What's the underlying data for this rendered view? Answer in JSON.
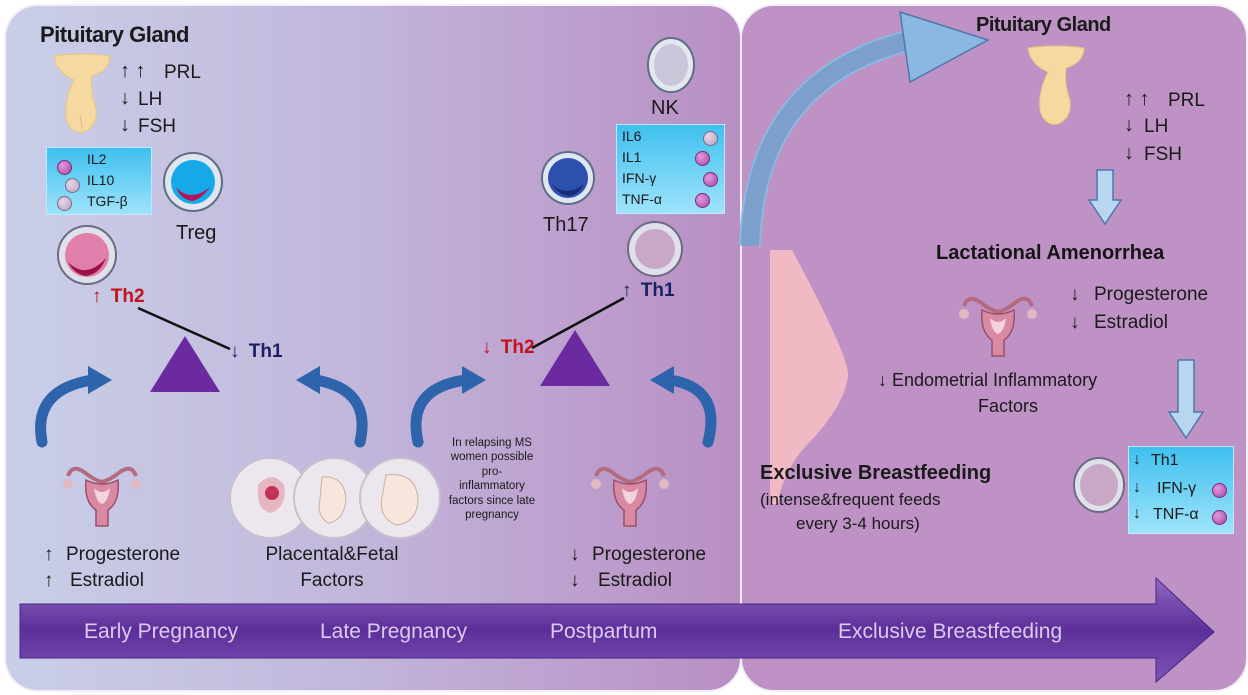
{
  "left": {
    "pituitary_title": "Pituitary Gland",
    "hormones": [
      {
        "arrow": "↑ ↑",
        "label": "PRL"
      },
      {
        "arrow": "↓",
        "label": "LH"
      },
      {
        "arrow": "↓",
        "label": "FSH"
      }
    ],
    "treg_cytokines": [
      "IL2",
      "IL10",
      "TGF-β"
    ],
    "treg_label": "Treg",
    "th2_arrow": "↑",
    "th2_label": "Th2",
    "th1_arrow": "↓",
    "th1_label": "Th1",
    "early_factors": [
      {
        "arrow": "↑",
        "label": "Progesterone"
      },
      {
        "arrow": "↑",
        "label": "Estradiol"
      }
    ],
    "fetal_factors": [
      "Placental&Fetal",
      "Factors"
    ]
  },
  "postpartum": {
    "nk_label": "NK",
    "cytokines": [
      "IL6",
      "IL1",
      "IFN-γ",
      "TNF-α"
    ],
    "th17_label": "Th17",
    "th1_arrow": "↑",
    "th1_label": "Th1",
    "th2_arrow": "↓",
    "th2_label": "Th2",
    "ms_note": [
      "In relapsing MS",
      "women possible",
      "pro-",
      "inflammatory",
      "factors since late",
      "pregnancy"
    ],
    "factors": [
      {
        "arrow": "↓",
        "label": "Progesterone"
      },
      {
        "arrow": "↓",
        "label": "Estradiol"
      }
    ]
  },
  "right": {
    "pituitary_title": "Pituitary Gland",
    "hormones": [
      {
        "arrow": "↑ ↑",
        "label": "PRL"
      },
      {
        "arrow": "↓",
        "label": "LH"
      },
      {
        "arrow": "↓",
        "label": "FSH"
      }
    ],
    "amenorrhea_title": "Lactational Amenorrhea",
    "amenorrhea_factors": [
      {
        "arrow": "↓",
        "label": "Progesterone"
      },
      {
        "arrow": "↓",
        "label": "Estradiol"
      }
    ],
    "endometrial": [
      "↓  Endometrial Inflammatory",
      "Factors"
    ],
    "breastfeeding_title": "Exclusive Breastfeeding",
    "breastfeeding_sub": [
      "(intense&frequent feeds",
      "every 3-4 hours)"
    ],
    "th1_box": [
      {
        "arrow": "↓",
        "label": "Th1"
      },
      {
        "arrow": "↓",
        "label": "IFN-γ"
      },
      {
        "arrow": "↓",
        "label": "TNF-α"
      }
    ]
  },
  "timeline": [
    "Early Pregnancy",
    "Late Pregnancy",
    "Postpartum",
    "Exclusive Breastfeeding"
  ],
  "colors": {
    "triangle": "#6b2aa0",
    "curved_arrow": "#2d64ab",
    "th2_red": "#c2111a",
    "th1_navy": "#1b1f64",
    "timeline_arrow": "#6a3fa6",
    "cytokine_box": "#3fc0ef"
  }
}
